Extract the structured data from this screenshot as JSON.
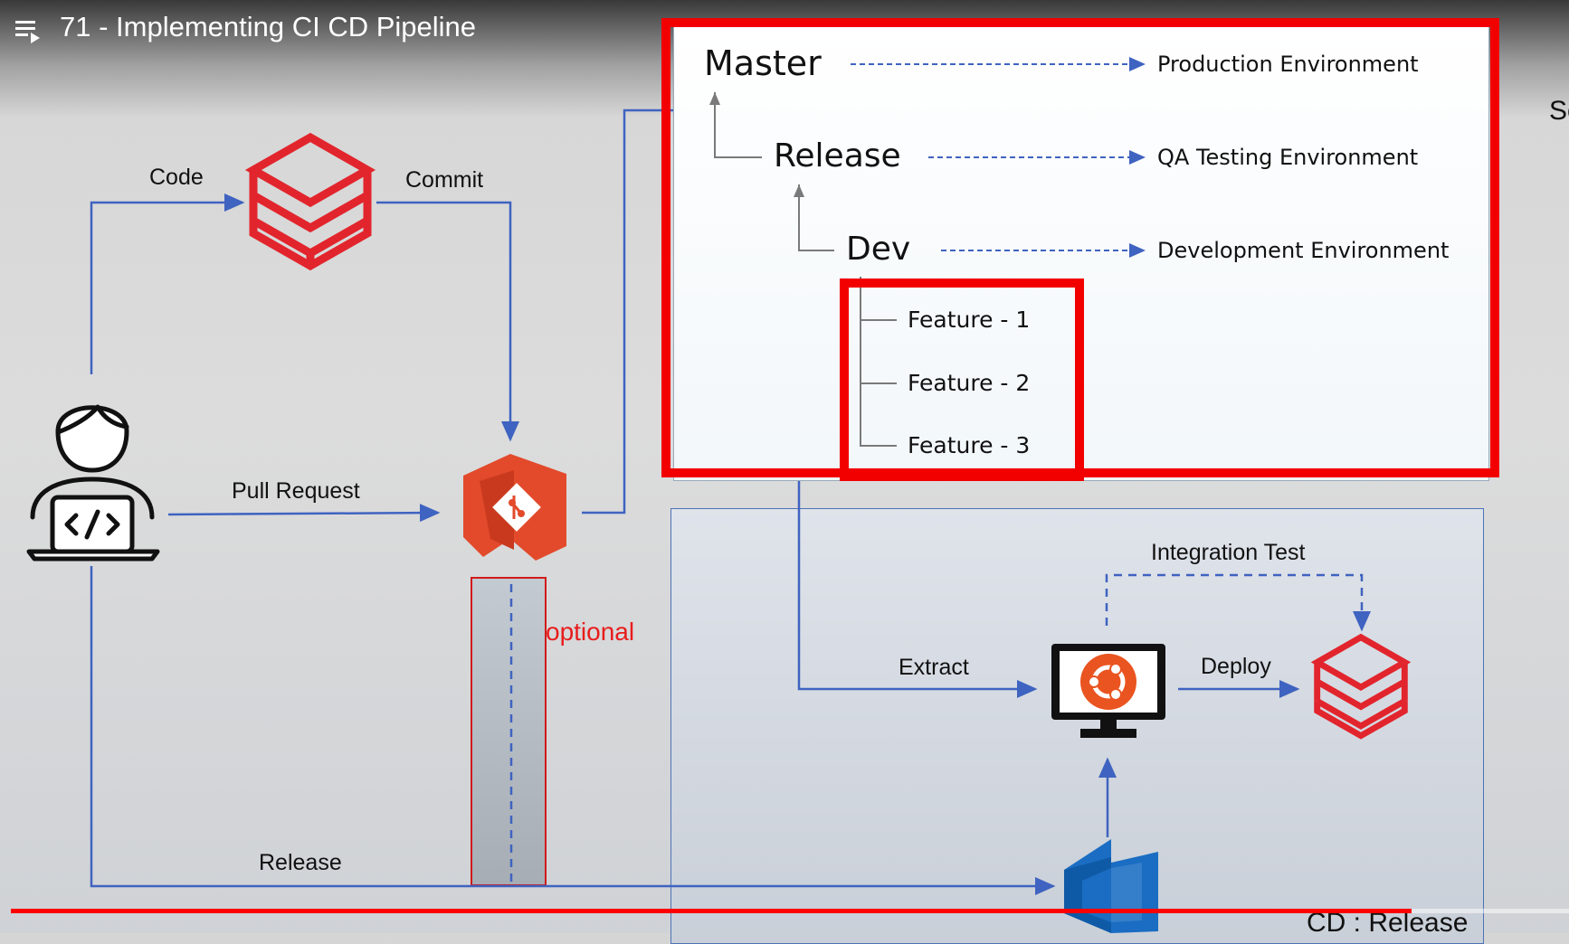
{
  "player": {
    "title": "71 - Implementing CI CD Pipeline",
    "right_edge_text": "Sc",
    "progress": 0.9,
    "cutoff_caption": "CD : Release"
  },
  "diagram": {
    "flow_labels": {
      "code": "Code",
      "commit": "Commit",
      "pull_request": "Pull Request",
      "optional": "optional",
      "release": "Release",
      "extract": "Extract",
      "deploy": "Deploy",
      "integration_test": "Integration Test"
    },
    "branches": [
      {
        "name": "Master",
        "environment": "Production Environment"
      },
      {
        "name": "Release",
        "environment": "QA Testing Environment"
      },
      {
        "name": "Dev",
        "environment": "Development Environment"
      }
    ],
    "features": [
      "Feature - 1",
      "Feature - 2",
      "Feature - 3"
    ]
  },
  "icons": {
    "developer": "developer-laptop-icon",
    "databricks": "databricks-stack-icon",
    "azure_repos": "azure-repos-icon",
    "ubuntu_monitor": "ubuntu-monitor-icon",
    "azure_devops": "azure-devops-icon",
    "playlist": "playlist-icon"
  },
  "colors": {
    "flow_line": "#3f63c0",
    "highlight": "#f20000",
    "databricks": "#e2252d",
    "azure_repos": "#e24a2b",
    "azure_devops": "#1a6dc2",
    "ubuntu": "#e95420"
  }
}
